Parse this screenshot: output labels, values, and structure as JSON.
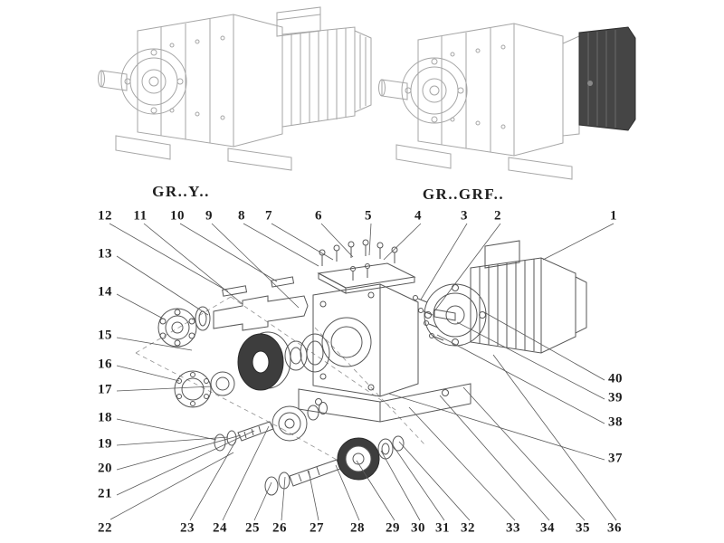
{
  "figure": {
    "type": "exploded-parts-diagram",
    "variant_labels": {
      "gr_y": "GR..Y..",
      "gr_grf": "GR..GRF.."
    },
    "callouts": {
      "top": [
        "12",
        "11",
        "10",
        "9",
        "8",
        "7",
        "6",
        "5",
        "4",
        "3",
        "2",
        "1"
      ],
      "left": [
        "13",
        "14",
        "15",
        "16",
        "17",
        "18",
        "19",
        "20",
        "21",
        "22"
      ],
      "bottom": [
        "23",
        "24",
        "25",
        "26",
        "27",
        "28",
        "29",
        "30",
        "31",
        "32",
        "33",
        "34",
        "35",
        "36"
      ],
      "right": [
        "40",
        "39",
        "38",
        "37"
      ]
    },
    "colors": {
      "background": "#ffffff",
      "line_light": "#a6a6a6",
      "line_dark": "#565656",
      "fill_dark": "#3d3d3d",
      "text": "#1e1e1e"
    }
  }
}
